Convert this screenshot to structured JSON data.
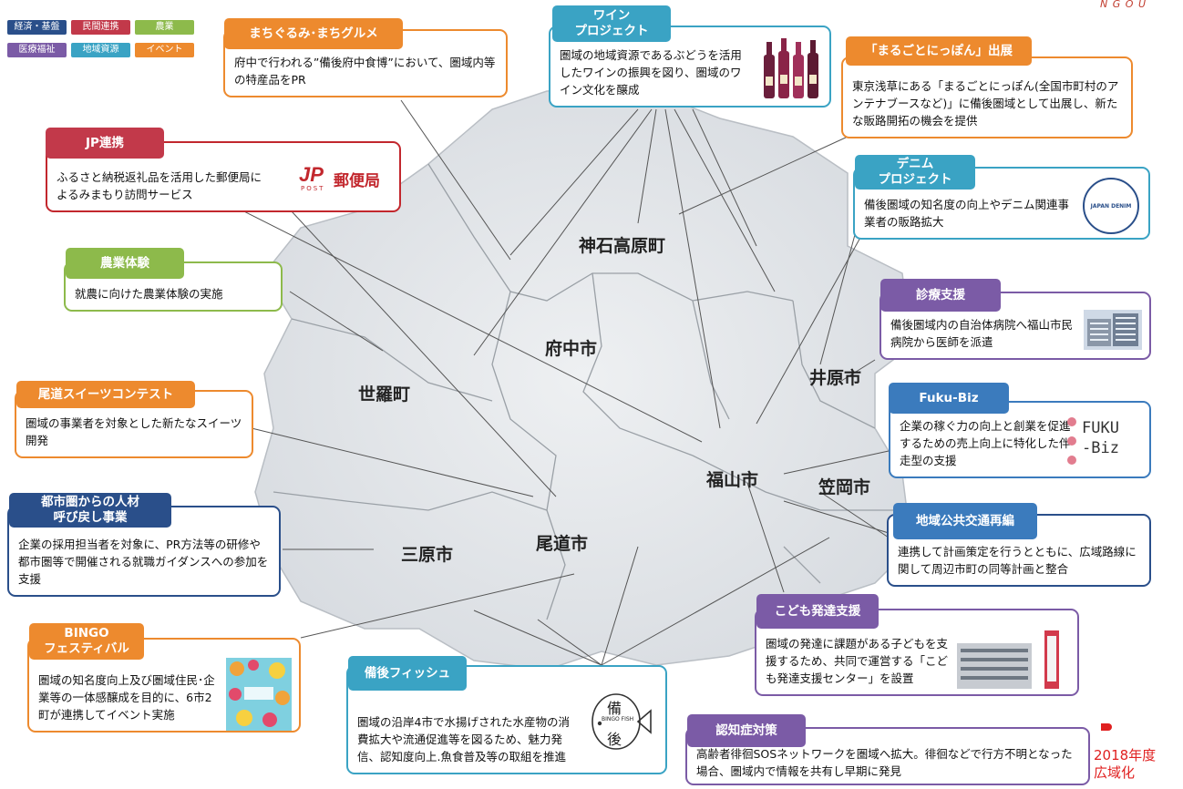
{
  "legend": {
    "keizai": "経済・基盤",
    "minkan": "民間連携",
    "nougyou": "農業",
    "iryou": "医療福祉",
    "chiiki": "地域資源",
    "event": "イベント"
  },
  "regions": {
    "jinseki": "神石高原町",
    "fuchu": "府中市",
    "sera": "世羅町",
    "ibara": "井原市",
    "fukuyama": "福山市",
    "kasaoka": "笠岡市",
    "mihara": "三原市",
    "onomichi": "尾道市"
  },
  "cards": {
    "machigurumi": {
      "tag": "まちぐるみ･まちグルメ",
      "body": "府中で行われる”備後府中食博”において、圏域内等の特産品をPR"
    },
    "wine": {
      "tag": "ワイン\nプロジェクト",
      "body": "圏域の地域資源であるぶどうを活用したワインの振興を図り、圏域のワイン文化を醸成"
    },
    "marugoto": {
      "tag": "「まるごとにっぽん」出展",
      "body": "東京浅草にある「まるごとにっぽん(全国市町村のアンテナブースなど)」に備後圏域として出展し、新たな販路開拓の機会を提供"
    },
    "jp": {
      "tag": "JP連携",
      "body": "ふるさと納税返礼品を活用した郵便局によるみまもり訪問サービス",
      "logo_text": "郵便局",
      "logo_sub": "POST"
    },
    "denim": {
      "tag": "デニム\nプロジェクト",
      "body": "備後圏域の知名度の向上やデニム関連事業者の販路拡大",
      "logo_text": "JAPAN DENIM"
    },
    "nougyou": {
      "tag": "農業体験",
      "body": "就農に向けた農業体験の実施"
    },
    "shinryou": {
      "tag": "診療支援",
      "body": "備後圏域内の自治体病院へ福山市民病院から医師を派遣"
    },
    "sweets": {
      "tag": "尾道スイーツコンテスト",
      "body": "圏域の事業者を対象とした新たなスイーツ開発"
    },
    "fukubiz": {
      "tag": "Fuku-Biz",
      "body": "企業の稼ぐ力の向上と創業を促進するための売上向上に特化した伴走型の支援",
      "logo_line1": "FUKU",
      "logo_line2": "-Biz"
    },
    "jinzai": {
      "tag": "都市圏からの人材\n呼び戻し事業",
      "body": "企業の採用担当者を対象に、PR方法等の研修や都市圏等で開催される就職ガイダンスへの参加を支援"
    },
    "koutsuu": {
      "tag": "地域公共交通再編",
      "body": "連携して計画策定を行うとともに、広域路線に関して周辺市町の同等計画と整合"
    },
    "kodomo": {
      "tag": "こども発達支援",
      "body": "圏域の発達に課題がある子どもを支援するため、共同で運営する「こども発達支援センター」を設置"
    },
    "bingo": {
      "tag": "BINGO\nフェスティバル",
      "body": "圏域の知名度向上及び圏域住民･企業等の一体感醸成を目的に、6市2町が連携してイベント実施"
    },
    "fish": {
      "tag": "備後フィッシュ",
      "body": "圏域の沿岸4市で水揚げされた水産物の消費拡大や流通促進等を図るため、魅力発信、認知度向上.魚食普及等の取組を推進",
      "logo_top": "備",
      "logo_bottom": "後",
      "logo_sub": "BINGO FISH"
    },
    "ninchi": {
      "tag": "認知症対策",
      "body": "高齢者徘徊SOSネットワークを圏域へ拡大。徘徊などで行方不明となった場合、圏域内で情報を共有し早期に発見"
    }
  },
  "note": {
    "line1": "2018年度",
    "line2": "広域化"
  },
  "corner_text": "N G O U",
  "colors": {
    "orange": "#ed8a2e",
    "teal": "#3aa3c4",
    "red": "#c2272d",
    "green": "#8dba4b",
    "purple": "#7b5ba6",
    "navy": "#2a4f8a",
    "blue": "#3b7bbd",
    "note_red": "#e02020"
  }
}
